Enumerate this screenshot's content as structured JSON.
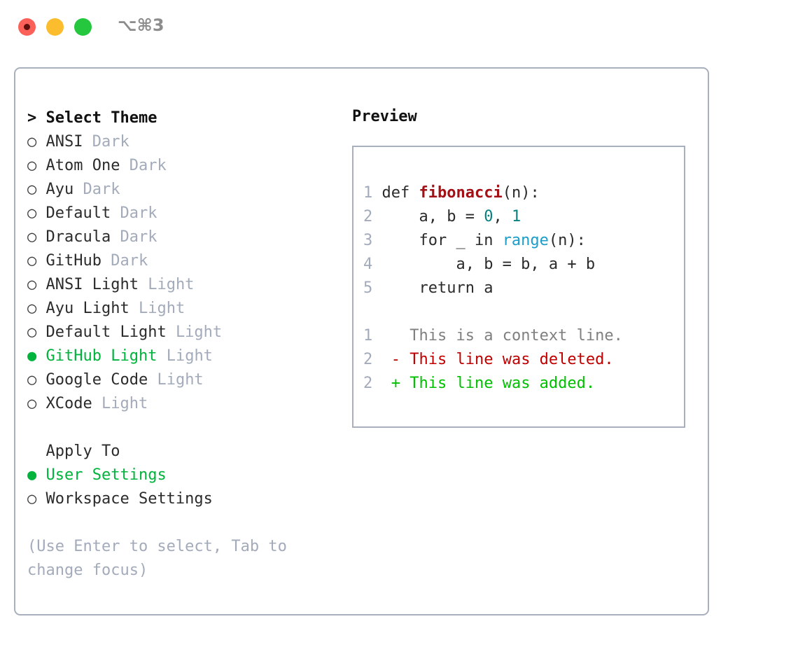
{
  "window": {
    "title": "⌥⌘3",
    "traffic_lights": [
      "close",
      "minimize",
      "maximize"
    ],
    "colors": {
      "close": "#fb6159",
      "minimize": "#fbbd2e",
      "maximize": "#25c73f",
      "panel_border": "#a8b0bd",
      "accent_green": "#00b33c",
      "muted": "#a3abbb"
    }
  },
  "theme_picker": {
    "header_marker": ">",
    "header": "Select Theme",
    "bullet_unselected": "○",
    "bullet_selected": "●",
    "items": [
      {
        "name": "ANSI",
        "tag": "Dark",
        "selected": false
      },
      {
        "name": "Atom One",
        "tag": "Dark",
        "selected": false
      },
      {
        "name": "Ayu",
        "tag": "Dark",
        "selected": false
      },
      {
        "name": "Default",
        "tag": "Dark",
        "selected": false
      },
      {
        "name": "Dracula",
        "tag": "Dark",
        "selected": false
      },
      {
        "name": "GitHub",
        "tag": "Dark",
        "selected": false
      },
      {
        "name": "ANSI Light",
        "tag": "Light",
        "selected": false
      },
      {
        "name": "Ayu Light",
        "tag": "Light",
        "selected": false
      },
      {
        "name": "Default Light",
        "tag": "Light",
        "selected": false
      },
      {
        "name": "GitHub Light",
        "tag": "Light",
        "selected": true
      },
      {
        "name": "Google Code",
        "tag": "Light",
        "selected": false
      },
      {
        "name": "XCode",
        "tag": "Light",
        "selected": false
      }
    ]
  },
  "apply_to": {
    "label": "Apply To",
    "options": [
      {
        "name": "User Settings",
        "selected": true
      },
      {
        "name": "Workspace Settings",
        "selected": false
      }
    ]
  },
  "hint": {
    "line1": "(Use Enter to select, Tab to",
    "line2": "change focus)"
  },
  "preview": {
    "title": "Preview",
    "code_lines": [
      {
        "no": "1",
        "segments": [
          {
            "t": "def ",
            "c": "plain"
          },
          {
            "t": "fibonacci",
            "c": "fn"
          },
          {
            "t": "(n):",
            "c": "plain"
          }
        ]
      },
      {
        "no": "2",
        "segments": [
          {
            "t": "    a, b = ",
            "c": "plain"
          },
          {
            "t": "0",
            "c": "num"
          },
          {
            "t": ", ",
            "c": "plain"
          },
          {
            "t": "1",
            "c": "num"
          }
        ]
      },
      {
        "no": "3",
        "segments": [
          {
            "t": "    for _ in ",
            "c": "plain"
          },
          {
            "t": "range",
            "c": "bi"
          },
          {
            "t": "(n):",
            "c": "plain"
          }
        ]
      },
      {
        "no": "4",
        "segments": [
          {
            "t": "        a, b = b, a + b",
            "c": "plain"
          }
        ]
      },
      {
        "no": "5",
        "segments": [
          {
            "t": "    return a",
            "c": "plain"
          }
        ]
      }
    ],
    "diff_lines": [
      {
        "no": "1",
        "marker": " ",
        "text": "This is a context line.",
        "kind": "ctx"
      },
      {
        "no": "2",
        "marker": "-",
        "text": "This line was deleted.",
        "kind": "del"
      },
      {
        "no": "2",
        "marker": "+",
        "text": "This line was added.",
        "kind": "add"
      }
    ]
  }
}
